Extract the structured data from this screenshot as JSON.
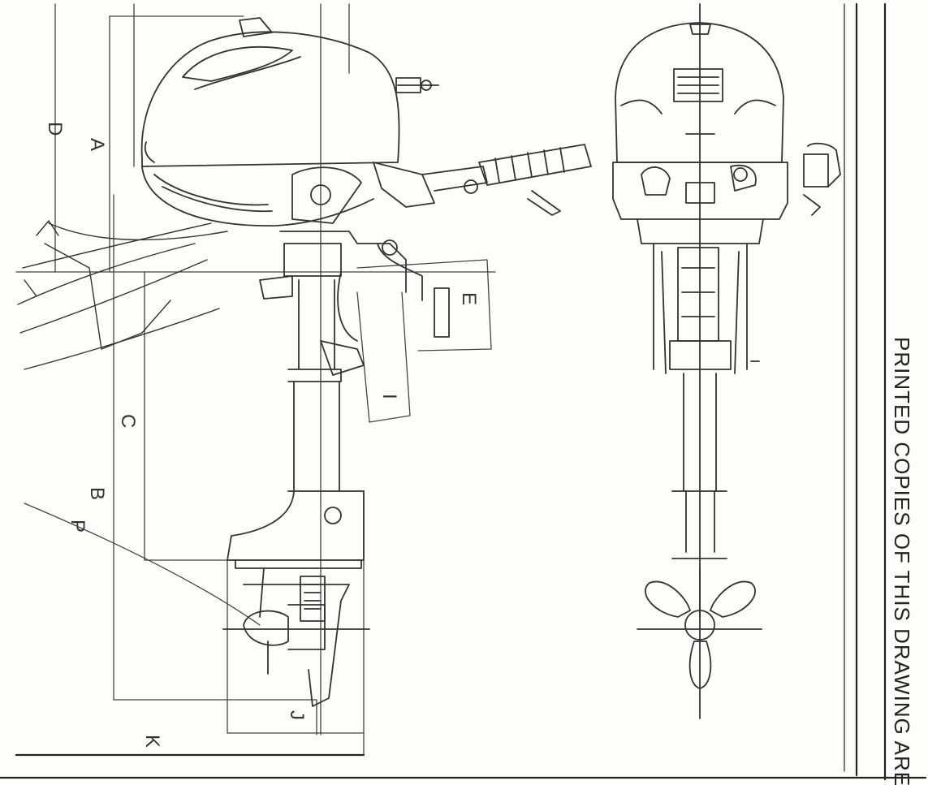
{
  "labels": {
    "A": "A",
    "B": "B",
    "C": "C",
    "D": "D",
    "E": "E",
    "I": "I",
    "J": "J",
    "K": "K",
    "P": "P"
  },
  "note": "PRINTED  COPIES  OF  THIS  DRAWING  ARE",
  "colors": {
    "line": "#333333",
    "paper": "#fdfdfc"
  }
}
